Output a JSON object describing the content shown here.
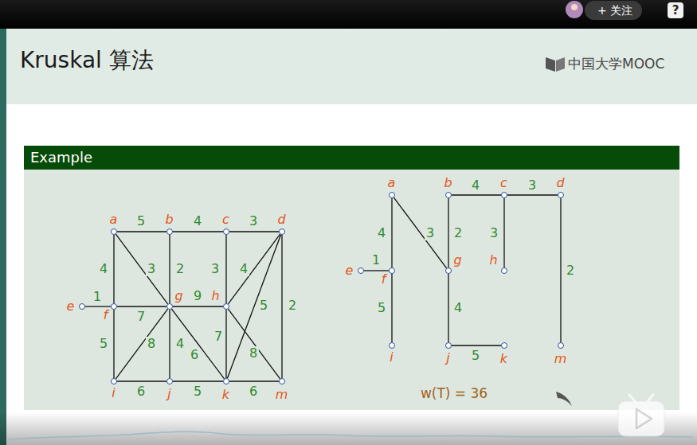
{
  "diagram": {
    "title": "Kruskal 算法",
    "nodes": [
      {
        "text": [
          "Example"
        ]
      },
      {
        "text": [
          "a"
        ],
        "in": 0
      },
      {
        "text": [
          "b"
        ],
        "in": 0
      },
      {
        "text": [
          "c"
        ],
        "in": 0
      },
      {
        "text": [
          "d"
        ],
        "in": 0
      },
      {
        "text": [
          "e"
        ],
        "in": 0
      },
      {
        "text": [
          "f"
        ],
        "in": 0
      },
      {
        "text": [
          "g"
        ],
        "in": 0
      },
      {
        "text": [
          "h"
        ],
        "in": 0
      },
      {
        "text": [
          "i"
        ],
        "in": 0
      },
      {
        "text": [
          "j"
        ],
        "in": 0
      },
      {
        "text": [
          "k"
        ],
        "in": 0
      },
      {
        "text": [
          "m"
        ],
        "in": 0
      },
      {
        "text": [
          "a"
        ],
        "in": 0
      },
      {
        "text": [
          "b"
        ],
        "in": 0
      },
      {
        "text": [
          "c"
        ],
        "in": 0
      },
      {
        "text": [
          "d"
        ],
        "in": 0
      },
      {
        "text": [
          "e"
        ],
        "in": 0
      },
      {
        "text": [
          "f"
        ],
        "in": 0
      },
      {
        "text": [
          "g"
        ],
        "in": 0
      },
      {
        "text": [
          "h"
        ],
        "in": 0
      },
      {
        "text": [
          "i"
        ],
        "in": 0
      },
      {
        "text": [
          "j"
        ],
        "in": 0
      },
      {
        "text": [
          "k"
        ],
        "in": 0
      },
      {
        "text": [
          "m"
        ],
        "in": 0
      }
    ],
    "edges": [
      {
        "from": 1,
        "to": 2,
        "arrow": "none",
        "label": "5"
      },
      {
        "from": 2,
        "to": 3,
        "arrow": "none",
        "label": "4"
      },
      {
        "from": 3,
        "to": 4,
        "arrow": "none",
        "label": "3"
      },
      {
        "from": 1,
        "to": 6,
        "arrow": "none",
        "label": "4"
      },
      {
        "from": 1,
        "to": 7,
        "arrow": "none",
        "label": "3"
      },
      {
        "from": 2,
        "to": 7,
        "arrow": "none",
        "label": "2"
      },
      {
        "from": 3,
        "to": 8,
        "arrow": "none",
        "label": "3"
      },
      {
        "from": 4,
        "to": 8,
        "arrow": "none",
        "label": "4"
      },
      {
        "from": 4,
        "to": 11,
        "arrow": "none",
        "label": "5"
      },
      {
        "from": 4,
        "to": 12,
        "arrow": "none",
        "label": "2"
      },
      {
        "from": 5,
        "to": 6,
        "arrow": "none",
        "label": "1"
      },
      {
        "from": 6,
        "to": 7,
        "arrow": "none",
        "label": "7"
      },
      {
        "from": 7,
        "to": 8,
        "arrow": "none",
        "label": "9"
      },
      {
        "from": 6,
        "to": 9,
        "arrow": "none",
        "label": "5"
      },
      {
        "from": 7,
        "to": 9,
        "arrow": "none",
        "label": "8"
      },
      {
        "from": 7,
        "to": 10,
        "arrow": "none",
        "label": "4"
      },
      {
        "from": 7,
        "to": 11,
        "arrow": "none",
        "label": "6"
      },
      {
        "from": 8,
        "to": 11,
        "arrow": "none",
        "label": "7"
      },
      {
        "from": 8,
        "to": 12,
        "arrow": "none",
        "label": "8"
      },
      {
        "from": 9,
        "to": 10,
        "arrow": "none",
        "label": "6"
      },
      {
        "from": 10,
        "to": 11,
        "arrow": "none",
        "label": "5"
      },
      {
        "from": 11,
        "to": 12,
        "arrow": "none",
        "label": "6"
      },
      {
        "from": 13,
        "to": 18,
        "arrow": "none",
        "label": "4"
      },
      {
        "from": 13,
        "to": 19,
        "arrow": "none",
        "label": "3"
      },
      {
        "from": 14,
        "to": 15,
        "arrow": "none",
        "label": "4"
      },
      {
        "from": 15,
        "to": 16,
        "arrow": "none",
        "label": "3"
      },
      {
        "from": 14,
        "to": 19,
        "arrow": "none",
        "label": "2"
      },
      {
        "from": 15,
        "to": 20,
        "arrow": "none",
        "label": "3"
      },
      {
        "from": 16,
        "to": 24,
        "arrow": "none",
        "label": "2"
      },
      {
        "from": 17,
        "to": 18,
        "arrow": "none",
        "label": "1"
      },
      {
        "from": 18,
        "to": 21,
        "arrow": "none",
        "label": "5"
      },
      {
        "from": 19,
        "to": 22,
        "arrow": "none",
        "label": "4"
      },
      {
        "from": 22,
        "to": 23,
        "arrow": "none",
        "label": "5"
      }
    ],
    "labels": [
      "+ 关注",
      "?",
      "中国大学MOOC",
      "w(T) = 36"
    ]
  }
}
